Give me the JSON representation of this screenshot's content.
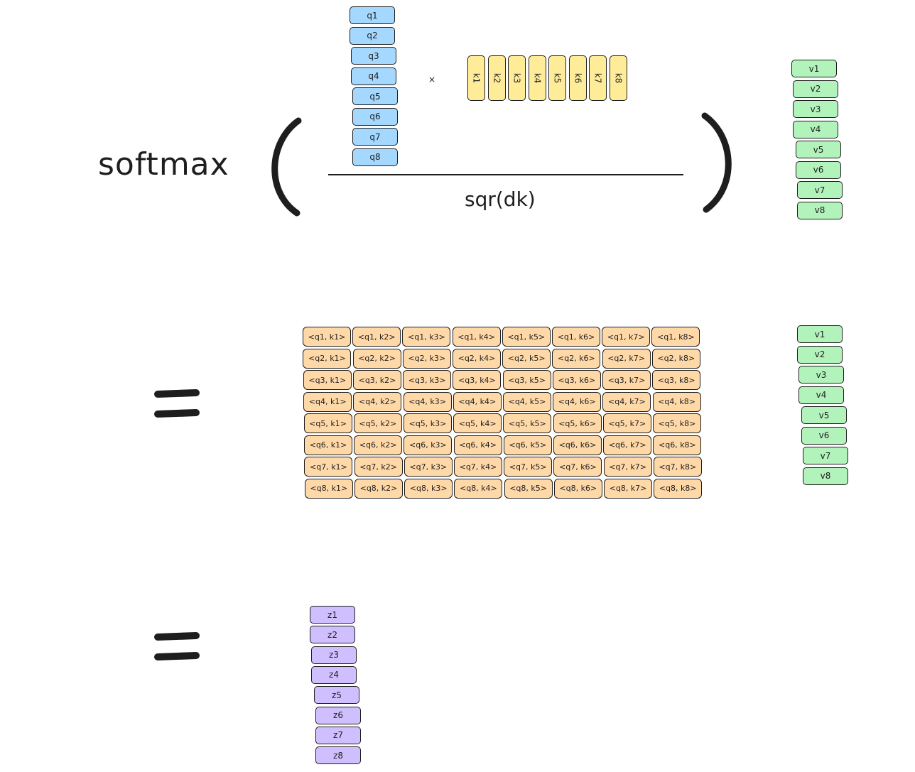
{
  "formula": {
    "softmax_label": "softmax",
    "multiply_symbol": "×",
    "denominator": "sqr(dk)"
  },
  "q_labels": [
    "q1",
    "q2",
    "q3",
    "q4",
    "q5",
    "q6",
    "q7",
    "q8"
  ],
  "k_labels": [
    "k1",
    "k2",
    "k3",
    "k4",
    "k5",
    "k6",
    "k7",
    "k8"
  ],
  "v_labels": [
    "v1",
    "v2",
    "v3",
    "v4",
    "v5",
    "v6",
    "v7",
    "v8"
  ],
  "z_labels": [
    "z1",
    "z2",
    "z3",
    "z4",
    "z5",
    "z6",
    "z7",
    "z8"
  ],
  "qk_matrix": [
    [
      "<q1, k1>",
      "<q1, k2>",
      "<q1, k3>",
      "<q1, k4>",
      "<q1, k5>",
      "<q1, k6>",
      "<q1, k7>",
      "<q1, k8>"
    ],
    [
      "<q2, k1>",
      "<q2, k2>",
      "<q2, k3>",
      "<q2, k4>",
      "<q2, k5>",
      "<q2, k6>",
      "<q2, k7>",
      "<q2, k8>"
    ],
    [
      "<q3, k1>",
      "<q3, k2>",
      "<q3, k3>",
      "<q3, k4>",
      "<q3, k5>",
      "<q3, k6>",
      "<q3, k7>",
      "<q3, k8>"
    ],
    [
      "<q4, k1>",
      "<q4, k2>",
      "<q4, k3>",
      "<q4, k4>",
      "<q4, k5>",
      "<q4, k6>",
      "<q4, k7>",
      "<q4, k8>"
    ],
    [
      "<q5, k1>",
      "<q5, k2>",
      "<q5, k3>",
      "<q5, k4>",
      "<q5, k5>",
      "<q5, k6>",
      "<q5, k7>",
      "<q5, k8>"
    ],
    [
      "<q6, k1>",
      "<q6, k2>",
      "<q6, k3>",
      "<q6, k4>",
      "<q6, k5>",
      "<q6, k6>",
      "<q6, k7>",
      "<q6, k8>"
    ],
    [
      "<q7, k1>",
      "<q7, k2>",
      "<q7, k3>",
      "<q7, k4>",
      "<q7, k5>",
      "<q7, k6>",
      "<q7, k7>",
      "<q7, k8>"
    ],
    [
      "<q8, k1>",
      "<q8, k2>",
      "<q8, k3>",
      "<q8, k4>",
      "<q8, k5>",
      "<q8, k6>",
      "<q8, k7>",
      "<q8, k8>"
    ]
  ],
  "colors": {
    "q_fill": "#a5d8ff",
    "k_fill": "#ffec99",
    "v_fill": "#b2f2bb",
    "qk_fill": "#ffd8a8",
    "z_fill": "#d0bfff",
    "stroke": "#1e1e1e"
  }
}
